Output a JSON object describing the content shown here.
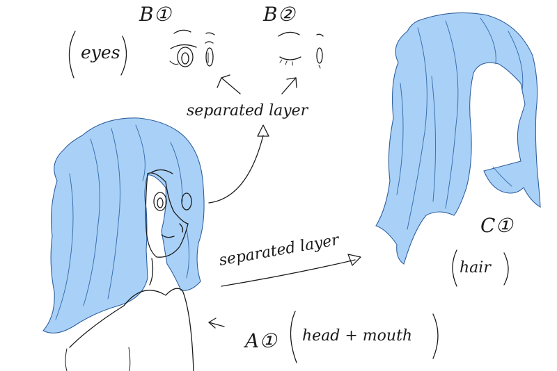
{
  "colors": {
    "hair_fill": "#a9d1f7",
    "hair_stroke": "#2f5f9e",
    "ink": "#1a1a1a",
    "background": "#ffffff"
  },
  "labels": {
    "eyes_group": "(eyes)",
    "eyes_text": "eyes",
    "b1": "B①",
    "b2": "B②",
    "separated_layer_top": "separated layer",
    "separated_layer_mid": "separated layer",
    "c1": "C①",
    "hair_text": "hair",
    "a1": "A①",
    "head_mouth_text": "head + mouth"
  }
}
